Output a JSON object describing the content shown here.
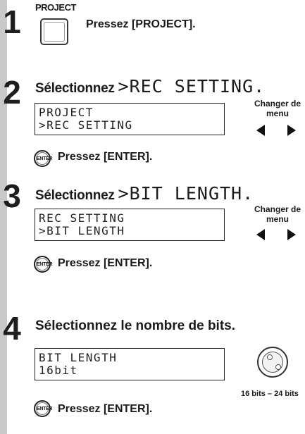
{
  "steps": [
    {
      "number": "1",
      "button_label": "PROJECT",
      "instruction": "Pressez [PROJECT]."
    },
    {
      "number": "2",
      "heading_prefix": "Sélectionnez ",
      "heading_lcd": ">REC SETTING.",
      "lcd_lines": [
        "PROJECT",
        ">REC SETTING"
      ],
      "menu_label_line1": "Changer de",
      "menu_label_line2": "menu",
      "enter_label": "ENTER",
      "enter_text": "Pressez [ENTER]."
    },
    {
      "number": "3",
      "heading_prefix": "Sélectionnez ",
      "heading_lcd": ">BIT LENGTH.",
      "lcd_lines": [
        "REC SETTING",
        ">BIT LENGTH"
      ],
      "menu_label_line1": "Changer de",
      "menu_label_line2": "menu",
      "enter_label": "ENTER",
      "enter_text": "Pressez [ENTER]."
    },
    {
      "number": "4",
      "heading": "Sélectionnez le nombre de bits.",
      "lcd_lines": [
        "BIT LENGTH",
        "16bit"
      ],
      "range_label": "16 bits – 24 bits",
      "enter_label": "ENTER",
      "enter_text": "Pressez [ENTER]."
    }
  ]
}
